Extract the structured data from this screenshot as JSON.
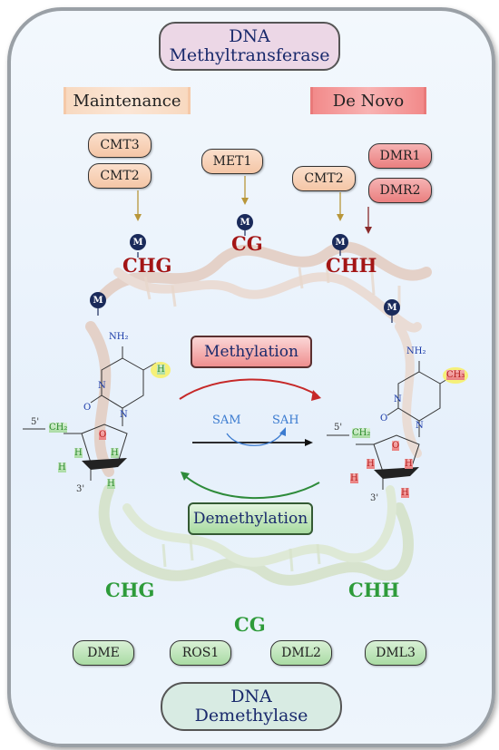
{
  "top_title": {
    "line1": "DNA",
    "line2": "Methyltransferase"
  },
  "bottom_title": {
    "line1": "DNA",
    "line2": "Demethylase"
  },
  "categories": {
    "maintenance": "Maintenance",
    "de_novo": "De Novo"
  },
  "maintenance_enzymes": [
    "CMT3",
    "CMT2"
  ],
  "cg_enzyme": "MET1",
  "de_novo_enzymes": {
    "cmt": "CMT2",
    "dmr1": "DMR1",
    "dmr2": "DMR2"
  },
  "methylated_contexts": {
    "chg": "CHG",
    "cg": "CG",
    "chh": "CHH"
  },
  "demethylated_contexts": {
    "chg": "CHG",
    "cg": "CG",
    "chh": "CHH"
  },
  "methyl_marker": "M",
  "processes": {
    "methylation": "Methylation",
    "demethylation": "Demethylation"
  },
  "cofactors": {
    "sam": "SAM",
    "sah": "SAH"
  },
  "demethylases": [
    "DME",
    "ROS1",
    "DML2",
    "DML3"
  ],
  "molecule_left": {
    "nh2": "NH₂",
    "h_sub": "H",
    "n1": "N",
    "n2": "N",
    "o": "O",
    "five": "5'",
    "ch2": "CH₂",
    "h1": "H",
    "h2": "H",
    "h3": "H",
    "h4": "H",
    "o_ring": "O",
    "three": "3'"
  },
  "molecule_right": {
    "nh2": "NH₂",
    "ch3_sub": "CH₃",
    "n1": "N",
    "n2": "N",
    "o": "O",
    "five": "5'",
    "ch2": "CH₂",
    "h1": "H",
    "h2": "H",
    "h3": "H",
    "h4": "H",
    "o_ring": "O",
    "three": "3'"
  },
  "colors": {
    "methyl_red": "#a31515",
    "demethyl_green": "#2e9b3a",
    "title_navy": "#1a2a6c",
    "arrow_gold": "#b8963a"
  }
}
